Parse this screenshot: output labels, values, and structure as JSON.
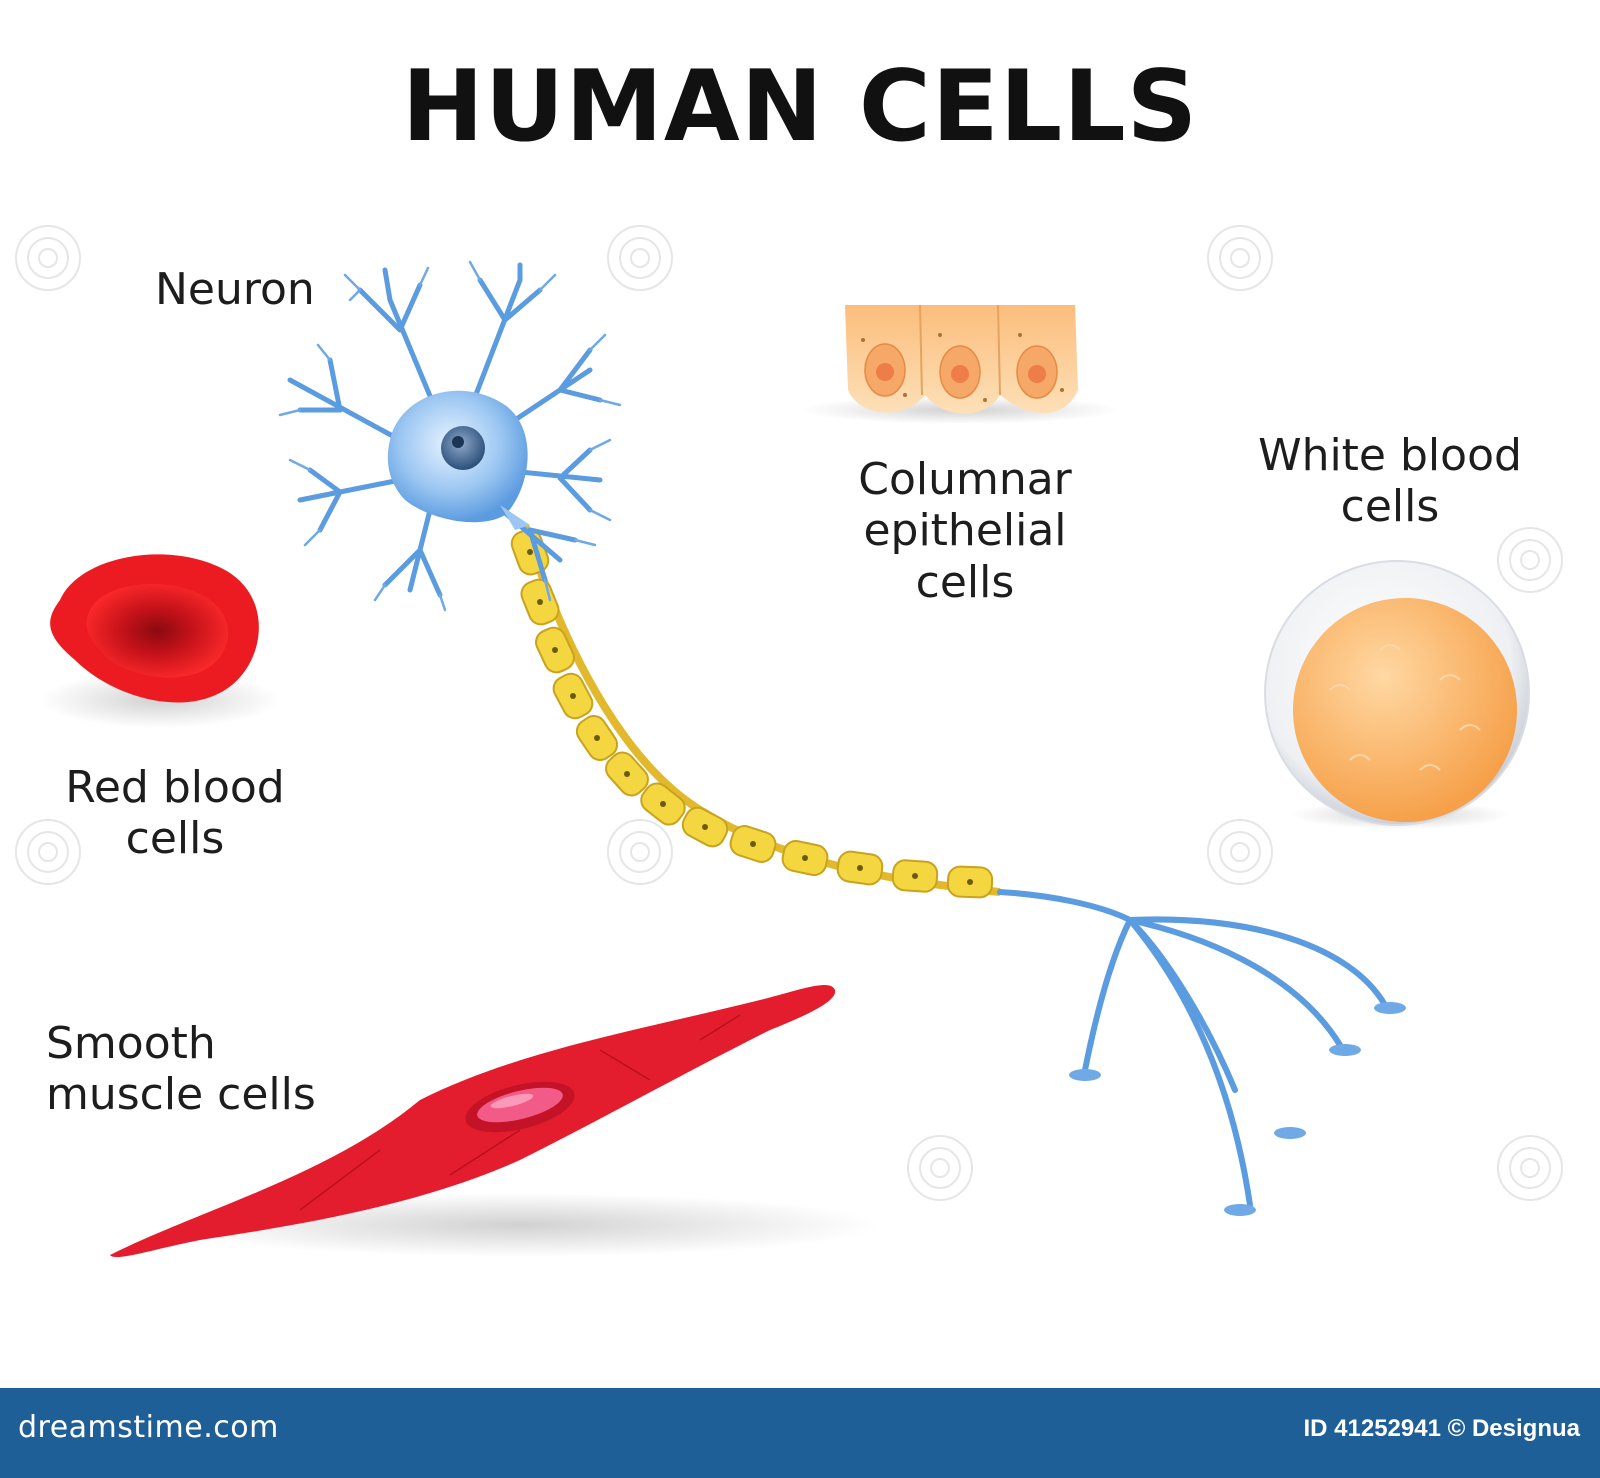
{
  "title": "HUMAN CELLS",
  "labels": {
    "neuron": "Neuron",
    "columnar": "Columnar\nepithelial\ncells",
    "white_blood": "White blood\ncells",
    "red_blood": "Red blood\ncells",
    "smooth_muscle": "Smooth\nmuscle cells"
  },
  "footer": {
    "logo": "dreamstime.com",
    "id_text": "ID 41252941 © Designua"
  },
  "colors": {
    "neuron": "#4a90d9",
    "myelin": "#f0d43a",
    "red_blood_cell": "#e2141b",
    "smooth_muscle": "#e41d2e",
    "epithelial": "#fbc78e",
    "white_blood_cell": "#fbb05a",
    "footer": "#1f5f97"
  }
}
